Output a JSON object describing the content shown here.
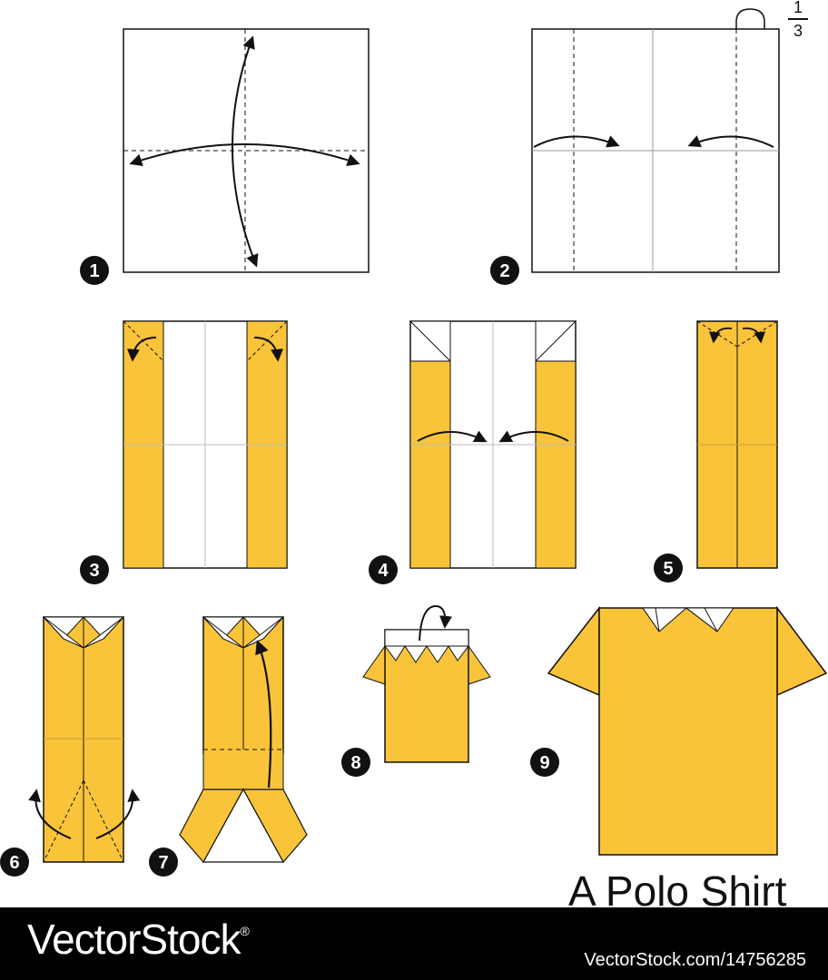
{
  "title": "A Polo Shirt",
  "fraction": {
    "numerator": "1",
    "denominator": "3"
  },
  "steps": [
    {
      "number": "1"
    },
    {
      "number": "2"
    },
    {
      "number": "3"
    },
    {
      "number": "4"
    },
    {
      "number": "5"
    },
    {
      "number": "6"
    },
    {
      "number": "7"
    },
    {
      "number": "8"
    },
    {
      "number": "9"
    }
  ],
  "footer": {
    "brand": "VectorStock",
    "trademark": "®",
    "url": "VectorStock.com/14756285"
  },
  "colors": {
    "paper_color": "#f9c43a",
    "paper_white": "#ffffff",
    "line": "#111111"
  }
}
